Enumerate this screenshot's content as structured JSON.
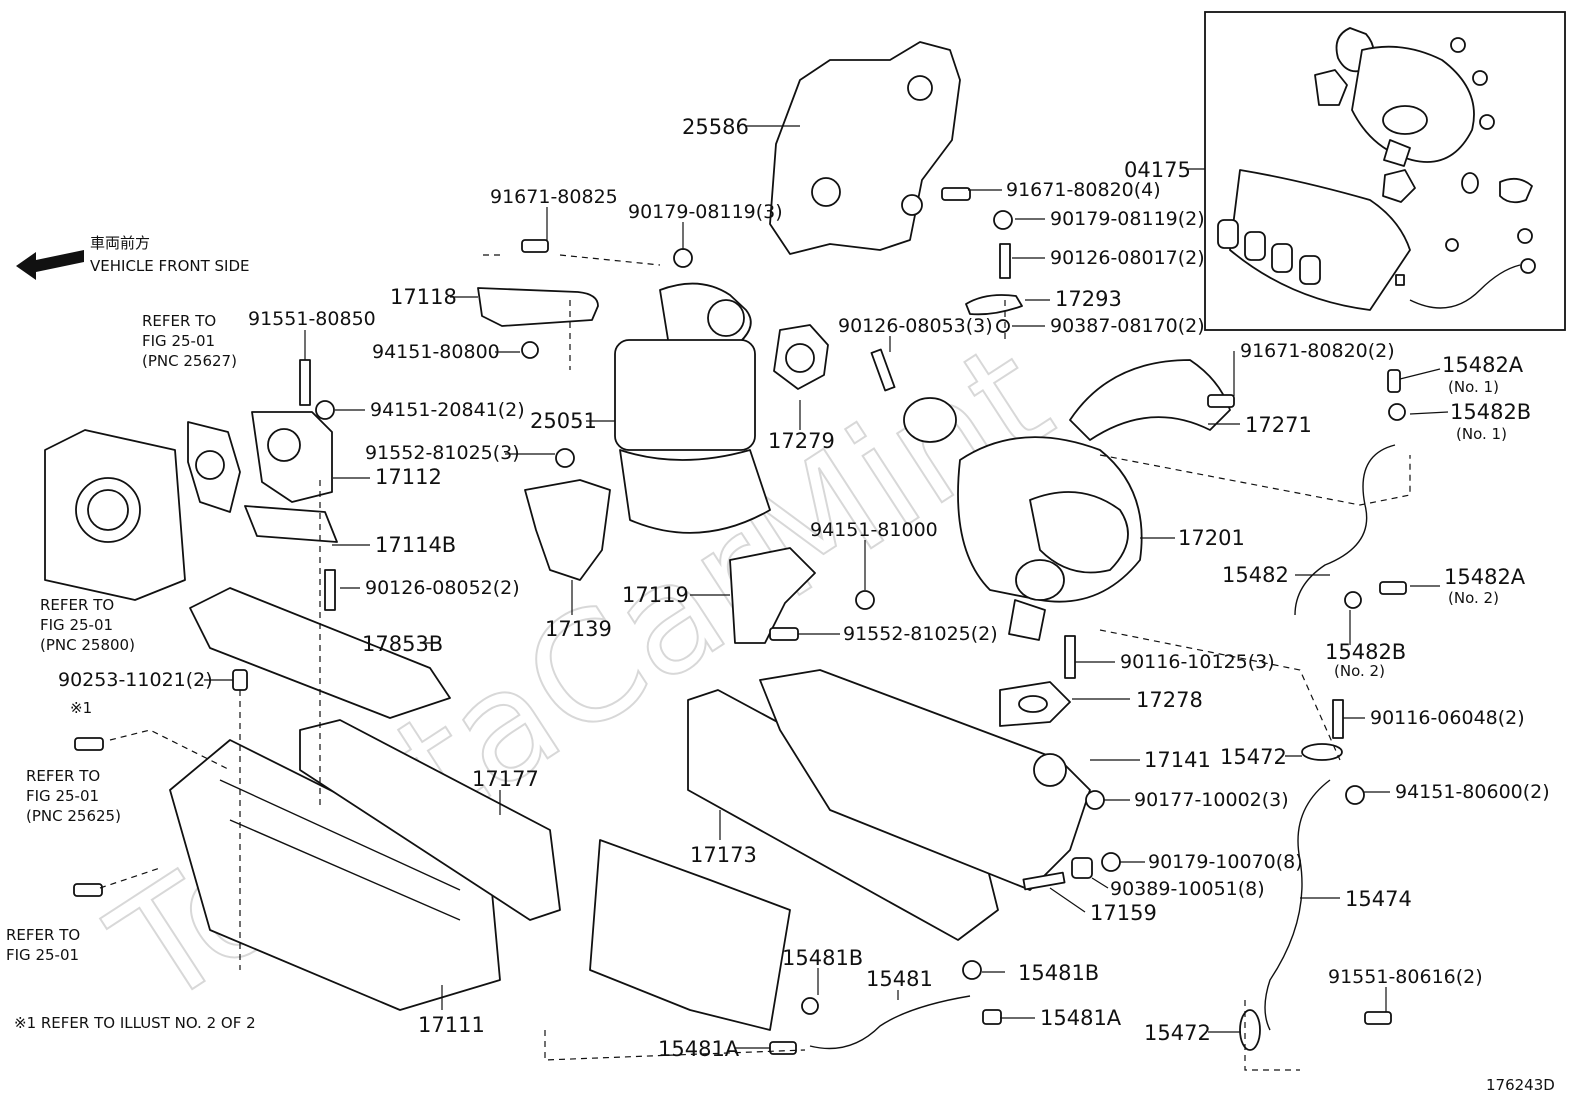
{
  "front_side": {
    "jp": "車両前方",
    "en": "VEHICLE FRONT SIDE"
  },
  "notes": {
    "refer_25627": [
      "REFER TO",
      "FIG 25-01",
      "(PNC 25627)"
    ],
    "refer_25800": [
      "REFER TO",
      "FIG 25-01",
      "(PNC 25800)"
    ],
    "refer_25625": [
      "REFER TO",
      "FIG 25-01",
      "(PNC 25625)"
    ],
    "refer_plain": [
      "REFER TO",
      "FIG 25-01"
    ],
    "mark1": "※1",
    "footnote": "※1  REFER TO ILLUST NO. 2 OF 2"
  },
  "watermark": "ToyotaCarMint",
  "diagram_id": "176243D",
  "labels": {
    "p25586": "25586",
    "p04175": "04175",
    "p91671_80825": "91671-80825",
    "p90179_08119_3": "90179-08119(3)",
    "p91671_80820_4": "91671-80820(4)",
    "p90179_08119_2": "90179-08119(2)",
    "p90126_08017_2": "90126-08017(2)",
    "p17293": "17293",
    "p90387_08170_2": "90387-08170(2)",
    "p17118": "17118",
    "p91551_80850": "91551-80850",
    "p94151_80800": "94151-80800",
    "p90126_08053_3": "90126-08053(3)",
    "p91671_80820_2": "91671-80820(2)",
    "p15482A_1": "15482A",
    "p15482A_1n": "(No. 1)",
    "p15482B_1": "15482B",
    "p15482B_1n": "(No. 1)",
    "p94151_20841_2": "94151-20841(2)",
    "p25051": "25051",
    "p17279": "17279",
    "p17271": "17271",
    "p91552_81025_3": "91552-81025(3)",
    "p17112": "17112",
    "p17114B": "17114B",
    "p94151_81000": "94151-81000",
    "p17201": "17201",
    "p90126_08052_2": "90126-08052(2)",
    "p17119": "17119",
    "p17139": "17139",
    "p15482": "15482",
    "p15482A_2": "15482A",
    "p15482A_2n": "(No. 2)",
    "p91552_81025_2": "91552-81025(2)",
    "p17853B": "17853B",
    "p15482B_2": "15482B",
    "p15482B_2n": "(No. 2)",
    "p90116_10125_3": "90116-10125(3)",
    "p90253_11021_2": "90253-11021(2)",
    "p17278": "17278",
    "p90116_06048_2": "90116-06048(2)",
    "p15472_a": "15472",
    "p17141": "17141",
    "p94151_80600_2": "94151-80600(2)",
    "p17177": "17177",
    "p90177_10002_3": "90177-10002(3)",
    "p17173": "17173",
    "p90179_10070_8": "90179-10070(8)",
    "p90389_10051_8": "90389-10051(8)",
    "p15474": "15474",
    "p17159": "17159",
    "p15481B_a": "15481B",
    "p15481": "15481",
    "p15481B_b": "15481B",
    "p91551_80616_2": "91551-80616(2)",
    "p15481A_a": "15481A",
    "p17111": "17111",
    "p15472_b": "15472",
    "p15481A_b": "15481A"
  }
}
